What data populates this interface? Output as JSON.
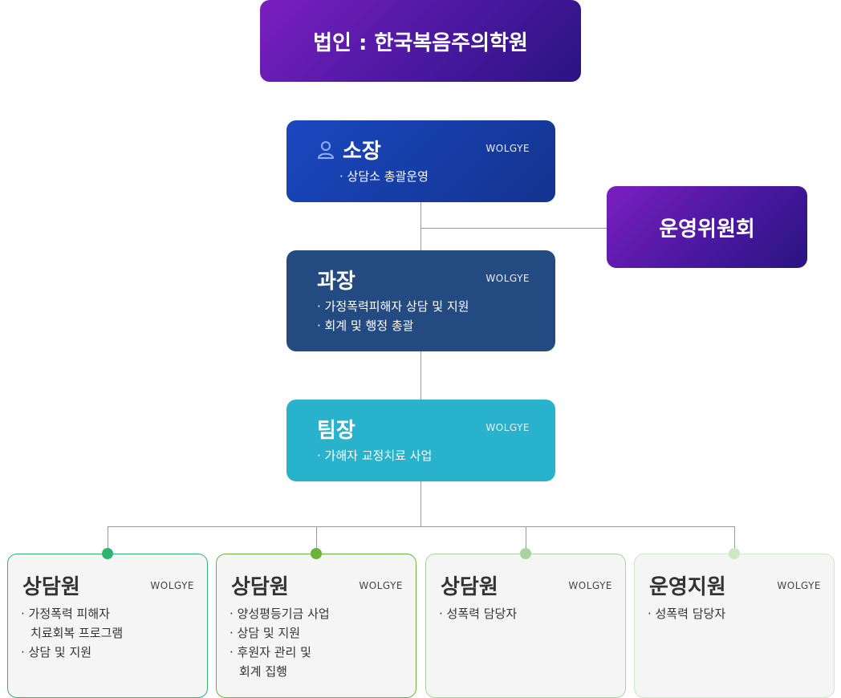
{
  "corporation": {
    "label": "법인 : 한국복음주의학원"
  },
  "committee": {
    "label": "운영위원회"
  },
  "director": {
    "title": "소장",
    "brand": "WOLGYE",
    "icon": "person-icon",
    "duties": [
      "상담소 총괄운영"
    ]
  },
  "manager": {
    "title": "과장",
    "brand": "WOLGYE",
    "duties": [
      "가정폭력피해자 상담 및 지원",
      "회계 및 행정 총괄"
    ]
  },
  "team_lead": {
    "title": "팀장",
    "brand": "WOLGYE",
    "duties": [
      "가해자 교정치료 사업"
    ]
  },
  "staff": [
    {
      "title": "상담원",
      "brand": "WOLGYE",
      "color": "#2fb36e",
      "lines": [
        "가정폭력 피해자",
        "치료회복 프로그램",
        "상담 및 지원"
      ]
    },
    {
      "title": "상담원",
      "brand": "WOLGYE",
      "color": "#6ab43a",
      "lines": [
        "양성평등기금 사업",
        "상담 및 지원",
        "후원자 관리 및",
        "회계 집행"
      ]
    },
    {
      "title": "상담원",
      "brand": "WOLGYE",
      "color": "#a9d4a0",
      "lines": [
        "성폭력 담당자"
      ]
    },
    {
      "title": "운영지원",
      "brand": "WOLGYE",
      "color": "#cde8c4",
      "lines": [
        "성폭력 담당자"
      ]
    }
  ]
}
